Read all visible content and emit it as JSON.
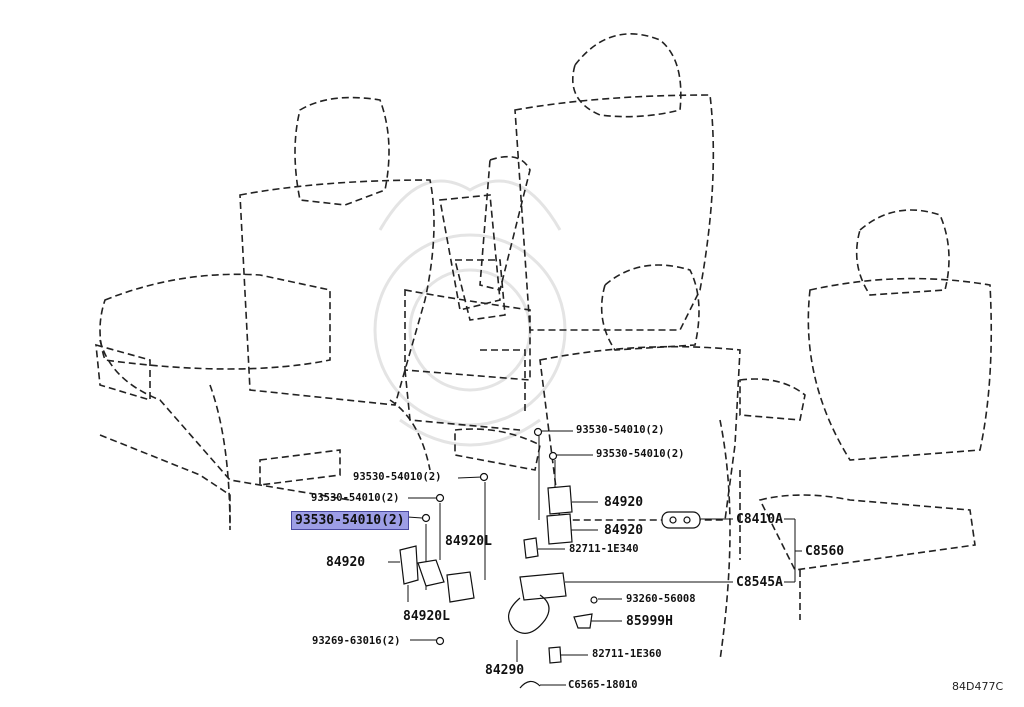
{
  "callouts": {
    "c1": "93530-54010(2)",
    "c2": "93530-54010(2)",
    "c3": "93530-54010(2)",
    "c4": "93530-54010(2)",
    "c5": "93530-54010(2)",
    "c6": "84920",
    "c7": "84920",
    "c8": "84920L",
    "c9": "84920",
    "c10": "82711-1E340",
    "c11": "84920L",
    "c12": "C8410A",
    "c13": "C8560",
    "c14": "C8545A",
    "c15": "93260-56008",
    "c16": "85999H",
    "c17": "93269-63016(2)",
    "c18": "84290",
    "c19": "82711-1E360",
    "c20": "C6565-18010"
  },
  "diagram_code": "84D477C",
  "highlight_color": "#9d9ee6"
}
